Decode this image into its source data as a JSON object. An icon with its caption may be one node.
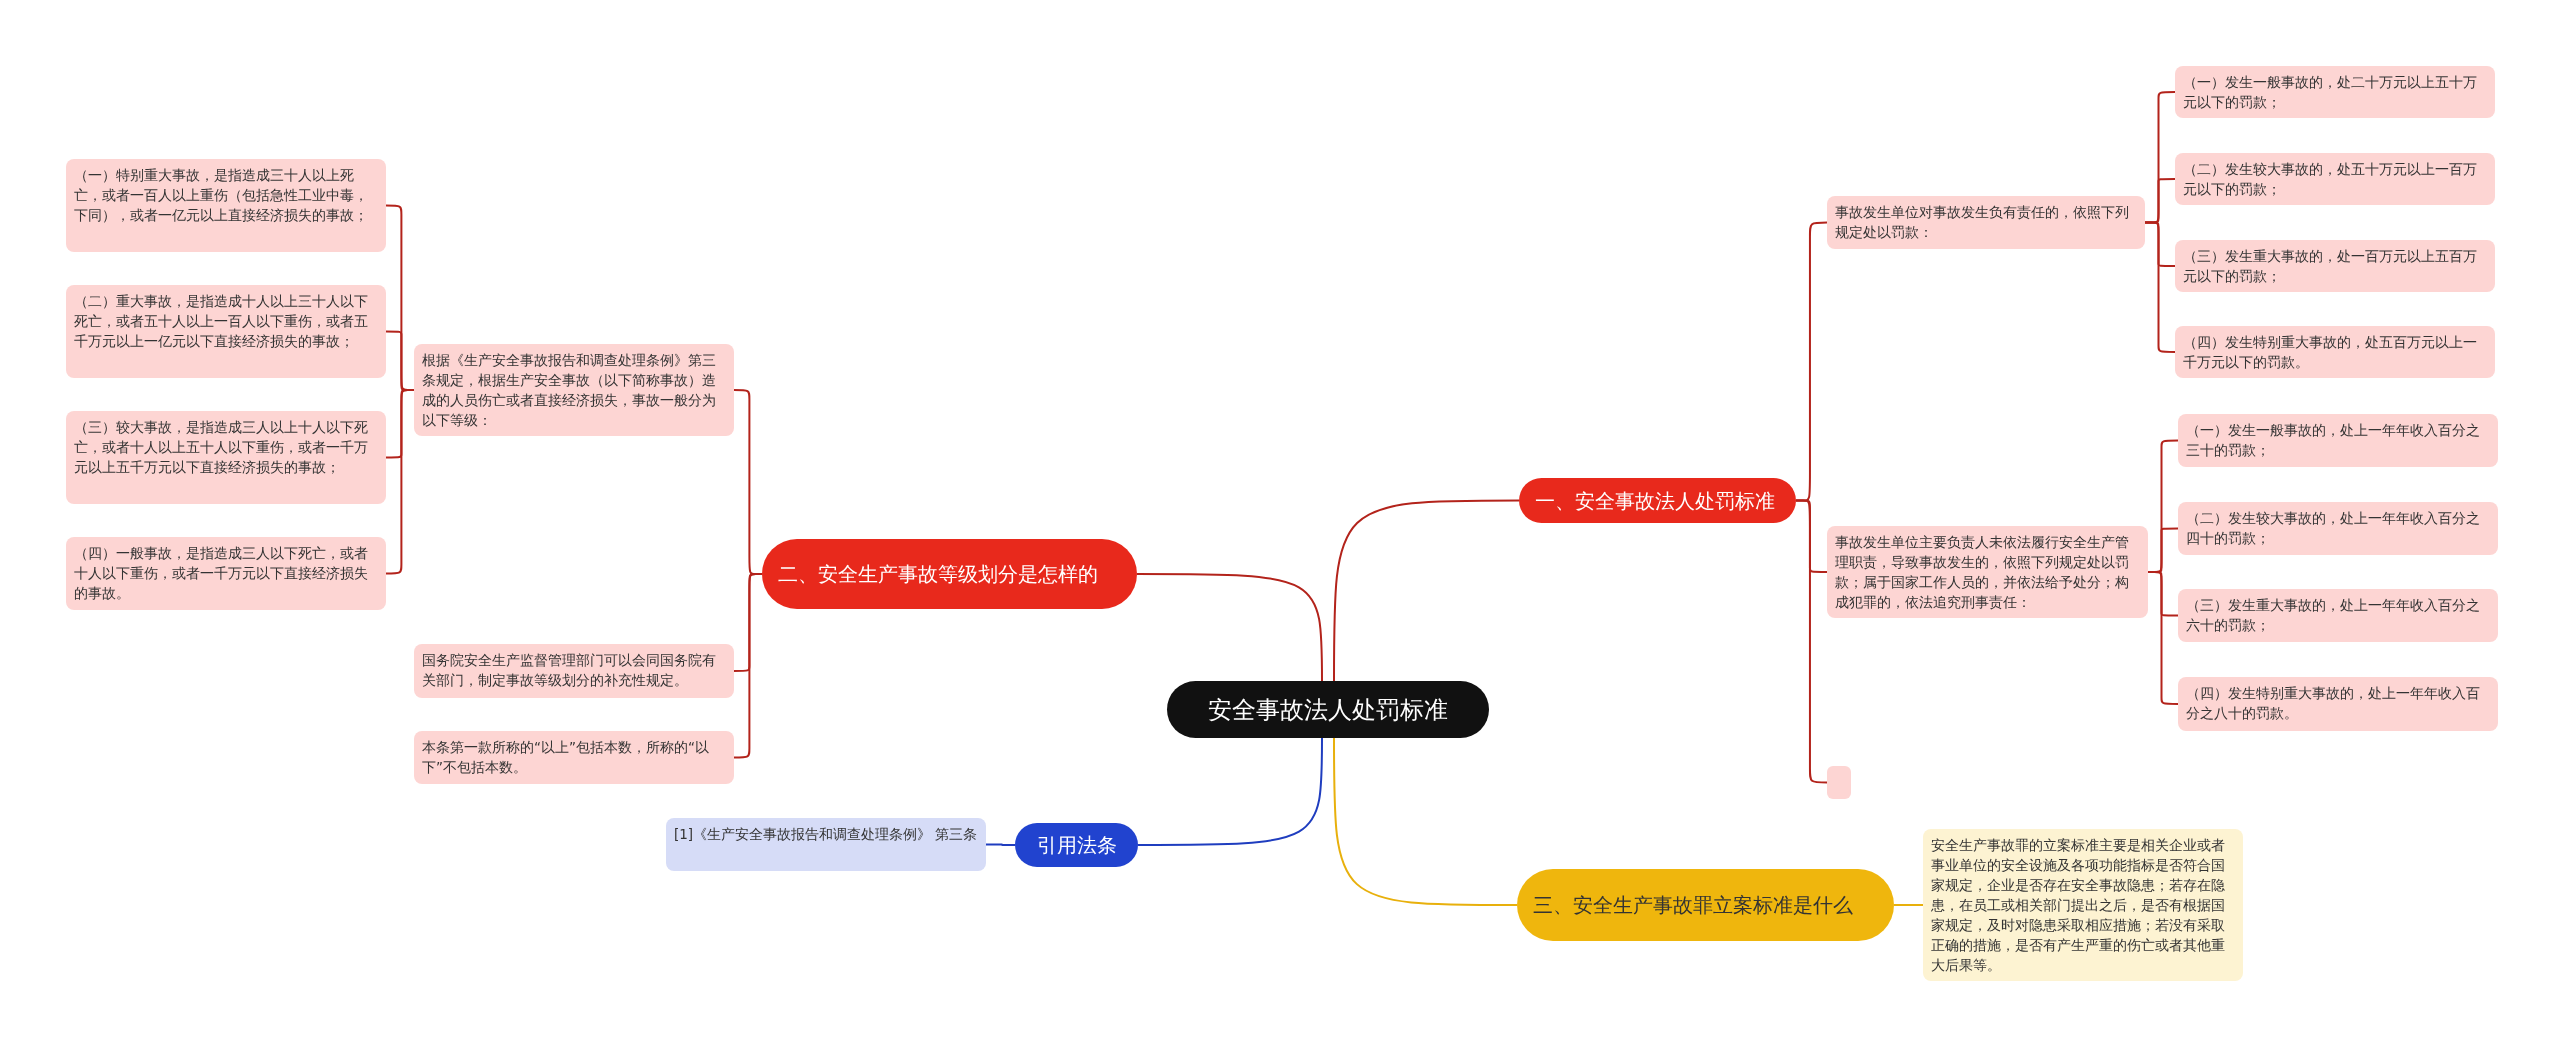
{
  "diagram": {
    "nodes": [
      {
        "text": [
          "安全事故法人处罚标准"
        ]
      },
      {
        "text": [
          "一、安全事故法人处罚标准"
        ]
      },
      {
        "text": [
          "事故发生单位对事故发生负有责任的，依照下列规定处以罚款："
        ]
      },
      {
        "text": [
          "（一）发生一般事故的，处二十万元以上五十万元以下的罚款；"
        ]
      },
      {
        "text": [
          "（二）发生较大事故的，处五十万元以上一百万元以下的罚款；"
        ]
      },
      {
        "text": [
          "（三）发生重大事故的，处一百万元以上五百万元以下的罚款；"
        ]
      },
      {
        "text": [
          "（四）发生特别重大事故的，处五百万元以上一千万元以下的罚款。"
        ]
      },
      {
        "text": [
          "事故发生单位主要负责人未依法履行安全生产管理职责，导致事故发生的，依照下列规定处以罚款；属于国家工作人员的，并依法给予处分；构成犯罪的，依法追究刑事责任："
        ]
      },
      {
        "text": [
          "（一）发生一般事故的，处上一年年收入百分之三十的罚款；"
        ]
      },
      {
        "text": [
          "（二）发生较大事故的，处上一年年收入百分之四十的罚款；"
        ]
      },
      {
        "text": [
          "（三）发生重大事故的，处上一年年收入百分之六十的罚款；"
        ]
      },
      {
        "text": [
          "（四）发生特别重大事故的，处上一年年收入百分之八十的罚款。"
        ]
      },
      {
        "text": [],
        "shape": "box"
      },
      {
        "text": [
          "二、安全生产事故等级划分是怎样的"
        ]
      },
      {
        "text": [
          "根据《生产安全事故报告和调查处理条例》第三条规定，根据生产安全事故（以下简称事故）造成的人员伤亡或者直接经济损失，事故一般分为以下等级："
        ]
      },
      {
        "text": [
          "（一）特别重大事故，是指造成三十人以上死亡，或者一百人以上重伤（包括急性工业中毒，下同），或者一亿元以上直接经济损失的事故；"
        ]
      },
      {
        "text": [
          "（二）重大事故，是指造成十人以上三十人以下死亡，或者五十人以上一百人以下重伤，或者五千万元以上一亿元以下直接经济损失的事故；"
        ]
      },
      {
        "text": [
          "（三）较大事故，是指造成三人以上十人以下死亡，或者十人以上五十人以下重伤，或者一千万元以上五千万元以下直接经济损失的事故；"
        ]
      },
      {
        "text": [
          "（四）一般事故，是指造成三人以下死亡，或者十人以下重伤，或者一千万元以下直接经济损失的事故。"
        ]
      },
      {
        "text": [
          "国务院安全生产监督管理部门可以会同国务院有关部门，制定事故等级划分的补充性规定。"
        ]
      },
      {
        "text": [
          "本条第一款所称的“以上”包括本数，所称的“以下”不包括本数。"
        ]
      },
      {
        "text": [
          "引用法条"
        ]
      },
      {
        "text": [
          "[1]《生产安全事故报告和调查处理条例》 第三条"
        ]
      },
      {
        "text": [
          "三、安全生产事故罪立案标准是什么"
        ]
      },
      {
        "text": [
          "安全生产事故罪的立案标准主要是相关企业或者事业单位的安全设施及各项功能指标是否符合国家规定，企业是否存在安全事故隐患；若存在隐患，在员工或相关部门提出之后，是否有根据国家规定，及时对隐患采取相应措施；若没有采取正确的措施，是否有产生严重的伤亡或者其他重大后果等。"
        ]
      }
    ],
    "edges": [
      {
        "from": 0,
        "to": 1,
        "arrow": "none"
      },
      {
        "from": 1,
        "to": 2,
        "arrow": "none"
      },
      {
        "from": 2,
        "to": 3,
        "arrow": "none"
      },
      {
        "from": 2,
        "to": 4,
        "arrow": "none"
      },
      {
        "from": 2,
        "to": 5,
        "arrow": "none"
      },
      {
        "from": 2,
        "to": 6,
        "arrow": "none"
      },
      {
        "from": 1,
        "to": 7,
        "arrow": "none"
      },
      {
        "from": 7,
        "to": 8,
        "arrow": "none"
      },
      {
        "from": 7,
        "to": 9,
        "arrow": "none"
      },
      {
        "from": 7,
        "to": 10,
        "arrow": "none"
      },
      {
        "from": 7,
        "to": 11,
        "arrow": "none"
      },
      {
        "from": 1,
        "to": 12,
        "arrow": "none"
      },
      {
        "from": 0,
        "to": 13,
        "arrow": "none"
      },
      {
        "from": 13,
        "to": 14,
        "arrow": "none"
      },
      {
        "from": 14,
        "to": 15,
        "arrow": "none"
      },
      {
        "from": 14,
        "to": 16,
        "arrow": "none"
      },
      {
        "from": 14,
        "to": 17,
        "arrow": "none"
      },
      {
        "from": 14,
        "to": 18,
        "arrow": "none"
      },
      {
        "from": 13,
        "to": 19,
        "arrow": "none"
      },
      {
        "from": 13,
        "to": 20,
        "arrow": "none"
      },
      {
        "from": 0,
        "to": 21,
        "arrow": "none",
        "color": "#1f3dbf"
      },
      {
        "from": 21,
        "to": 22,
        "arrow": "none",
        "color": "#1f3dbf"
      },
      {
        "from": 0,
        "to": 23,
        "arrow": "none",
        "color": "#e8b00c"
      },
      {
        "from": 23,
        "to": 24,
        "arrow": "none",
        "color": "#e8b00c"
      }
    ]
  }
}
